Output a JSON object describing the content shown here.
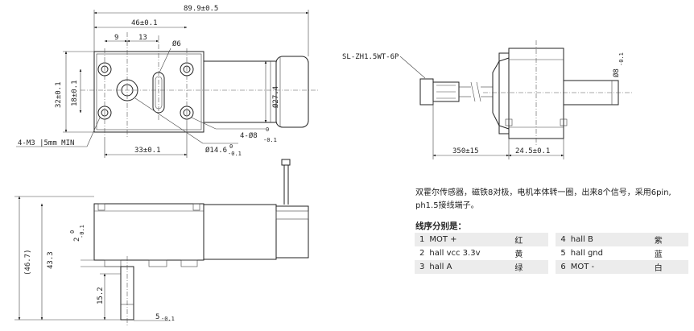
{
  "top_view": {
    "dim_overall": "89.9±0.5",
    "dim_46": "46±0.1",
    "dim_9": "9",
    "dim_13": "13",
    "dim_phi6": "Ø6",
    "dim_32": "32±0.1",
    "dim_18": "18±0.1",
    "dim_phi27": "Ø27.4",
    "dim_33": "33±0.1",
    "dim_phi14": "Ø14.6",
    "dim_phi14_tol_top": "0",
    "dim_phi14_tol_bottom": "-0.1",
    "dim_4phi8": "4-Ø8",
    "dim_4phi8_tol_top": "0",
    "dim_4phi8_tol_bottom": "-0.1",
    "note_m3": "4-M3 |5mm MIN"
  },
  "front_view": {
    "dim_467": "(46.7)",
    "dim_433": "43.3",
    "dim_2": "2",
    "dim_2_tol_top": "0",
    "dim_2_tol_bottom": "-0.1",
    "dim_152": "15.2",
    "dim_5": "5",
    "dim_5_tol": "-0.1"
  },
  "side_view": {
    "connector_label": "SL-ZH1.5WT-6P",
    "dim_350": "350±15",
    "dim_245": "24.5±0.1",
    "dim_phi8": "Ø8",
    "dim_phi8_tol": "-0.1"
  },
  "description": "双霍尔传感器，磁铁8对极，电机本体转一圈，出来8个信号，采用6pin, ph1.5接线端子。",
  "wire_table": {
    "title": "线序分别是：",
    "rows": [
      {
        "left_no": "1",
        "left_name": "MOT +",
        "left_color": "红",
        "right_no": "4",
        "right_name": "hall B",
        "right_color": "紫"
      },
      {
        "left_no": "2",
        "left_name": "hall vcc 3.3v",
        "left_color": "黄",
        "right_no": "5",
        "right_name": "hall gnd",
        "right_color": "蓝"
      },
      {
        "left_no": "3",
        "left_name": "hall A",
        "left_color": "绿",
        "right_no": "6",
        "right_name": "MOT -",
        "right_color": "白"
      }
    ]
  }
}
